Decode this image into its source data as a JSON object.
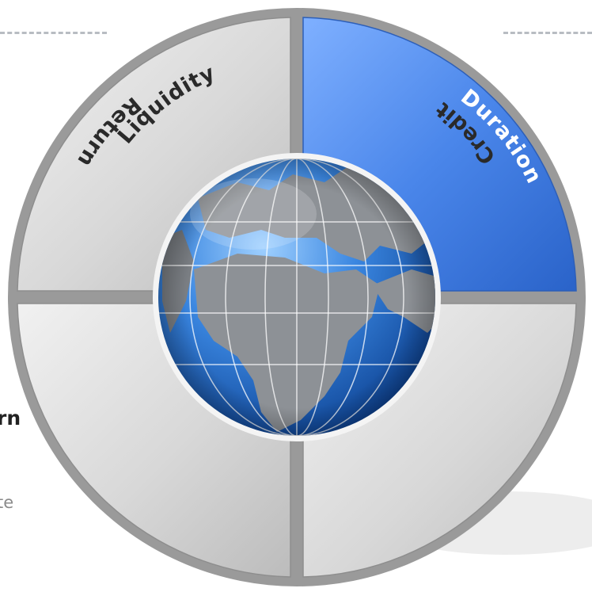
{
  "left_fragments": {
    "line1": "rn",
    "line2": "te"
  },
  "segments": {
    "liquidity": "Liquidity",
    "duration": "Duration",
    "return": "Return",
    "credit": "Credit"
  },
  "colors": {
    "segment_gray": "#dcdcdc",
    "segment_blue": "#3f7fe6",
    "label_dark": "#2a2a2a",
    "label_light": "#ffffff",
    "ocean_blue": "#2f79d8",
    "land_gray": "#8d9196"
  }
}
